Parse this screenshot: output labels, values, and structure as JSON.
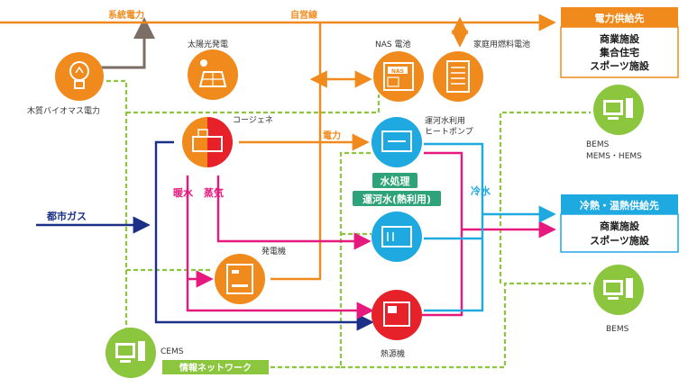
{
  "labels": {
    "grid_power": "系統電力",
    "private_line": "自営線",
    "solar": "太陽光発電",
    "nas": "NAS 電池",
    "fuel_cell": "家庭用燃料電池",
    "biomass": "木質バイオマス電力",
    "cogen": "コージェネ",
    "power_flow": "電力",
    "heat_pump_line1": "運河水利用",
    "heat_pump_line2": "ヒートポンプ",
    "city_gas": "都市ガス",
    "hot_water": "暖水",
    "steam": "蒸気",
    "water_treatment": "水処理",
    "canal_water": "運河水(熱利用)",
    "cold_water": "冷水",
    "generator": "発電機",
    "heat_source": "熱源機",
    "cems": "CEMS",
    "info_network": "情報ネットワーク",
    "bems_top_1": "BEMS",
    "bems_top_2": "MEMS・HEMS",
    "bems_bottom": "BEMS",
    "nas_badge": "NAS"
  },
  "power_supply": {
    "title": "電力供給先",
    "items": [
      "商業施設",
      "集合住宅",
      "スポーツ施設"
    ]
  },
  "heat_supply": {
    "title": "冷熱・温熱供給先",
    "items": [
      "商業施設",
      "スポーツ施設"
    ]
  },
  "colors": {
    "orange": "#f08a1d",
    "green": "#8cc63f",
    "blue": "#1b2f87",
    "pink": "#e6197f",
    "cyan": "#1ea9e1",
    "gray": "#7a6e66",
    "red": "#e62129"
  }
}
